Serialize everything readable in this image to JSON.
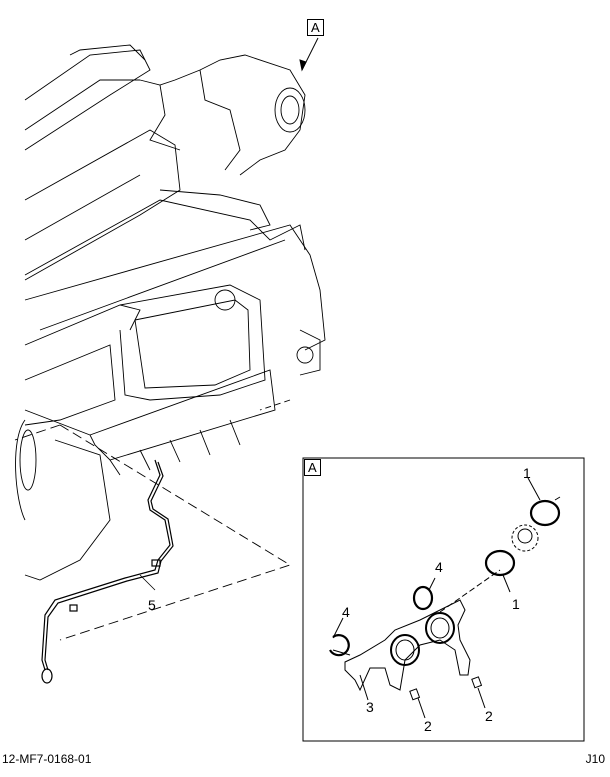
{
  "view_flag_main": "A",
  "detail": {
    "flag": "A",
    "callouts": [
      "1",
      "1",
      "2",
      "2",
      "3",
      "4",
      "4"
    ]
  },
  "main_callouts": [
    "5"
  ],
  "footer": {
    "figure_id": "12-MF7-0168-01",
    "page_code": "J10"
  }
}
